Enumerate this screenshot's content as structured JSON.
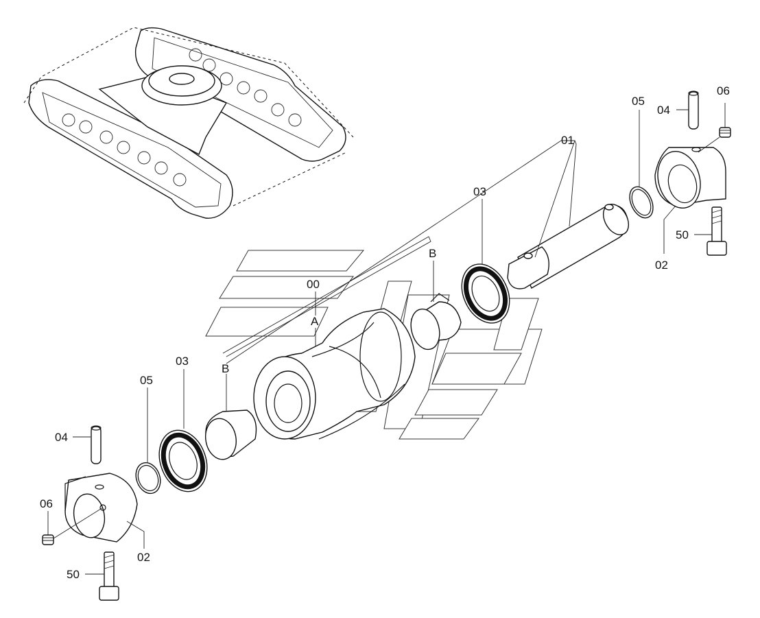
{
  "callouts": {
    "assembly_top": "01",
    "seal_right": "03",
    "bushing_b_right": "B",
    "roller": "00",
    "collar_a": "A",
    "bushing_b_left": "B",
    "seal_left": "03",
    "oring_left": "05",
    "pin_left": "04",
    "plug_left": "06",
    "bolt_left": "50",
    "collar_left": "02",
    "oring_right": "05",
    "pin_right": "04",
    "plug_right": "06",
    "bolt_right": "50",
    "collar_right": "02"
  }
}
